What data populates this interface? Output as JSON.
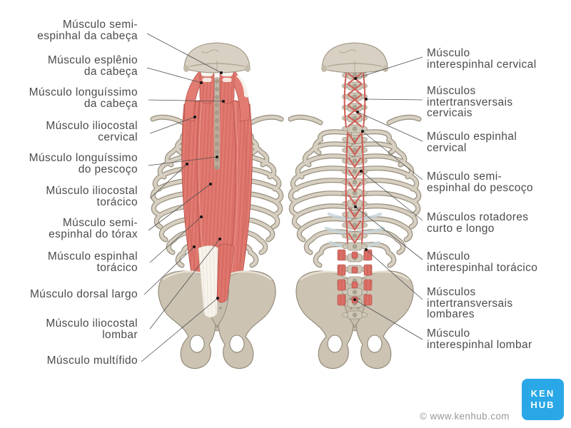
{
  "labels": {
    "left": [
      "Músculo semi-\nespinhal da cabeça",
      "Músculo esplênio\nda cabeça",
      "Músculo longuíssimo\nda cabeça",
      "Músculo iliocostal\ncervical",
      "Músculo longuíssimo\ndo pescoço",
      "Músculo iliocostal\ntorácico",
      "Músculo semi-\nespinhal do tórax",
      "Músculo espinhal\ntorácico",
      "Músculo dorsal largo",
      "Músculo iliocostal\nlombar",
      "Músculo multífido"
    ],
    "right": [
      "Músculo\ninterespinhal cervical",
      "Músculos\nintertransversais\ncervicais",
      "Músculo espinhal\ncervical",
      "Músculo semi-\nespinhal do pescoço",
      "Músculos rotadores\ncurto e longo",
      "Músculo\ninterespinhal torácico",
      "Músculos\nintertransversais\nlombares",
      "Músculo\ninterespinhal lombar"
    ]
  },
  "branding": {
    "logo_line1": "KEN",
    "logo_line2": "HUB",
    "logo_color": "#29a7e6",
    "copyright": "© www.kenhub.com"
  },
  "illustration": {
    "figures": [
      {
        "name": "erector-spinae-superficial-layer-posterior-view",
        "muscle_color": "#df756c",
        "bone_color": "#d6cfc1"
      },
      {
        "name": "deep-segmental-back-muscles-posterior-view",
        "muscle_color": "#d96c63",
        "bone_color": "#d6cfc1"
      }
    ],
    "leader_line_color": "#4f4f4f"
  }
}
